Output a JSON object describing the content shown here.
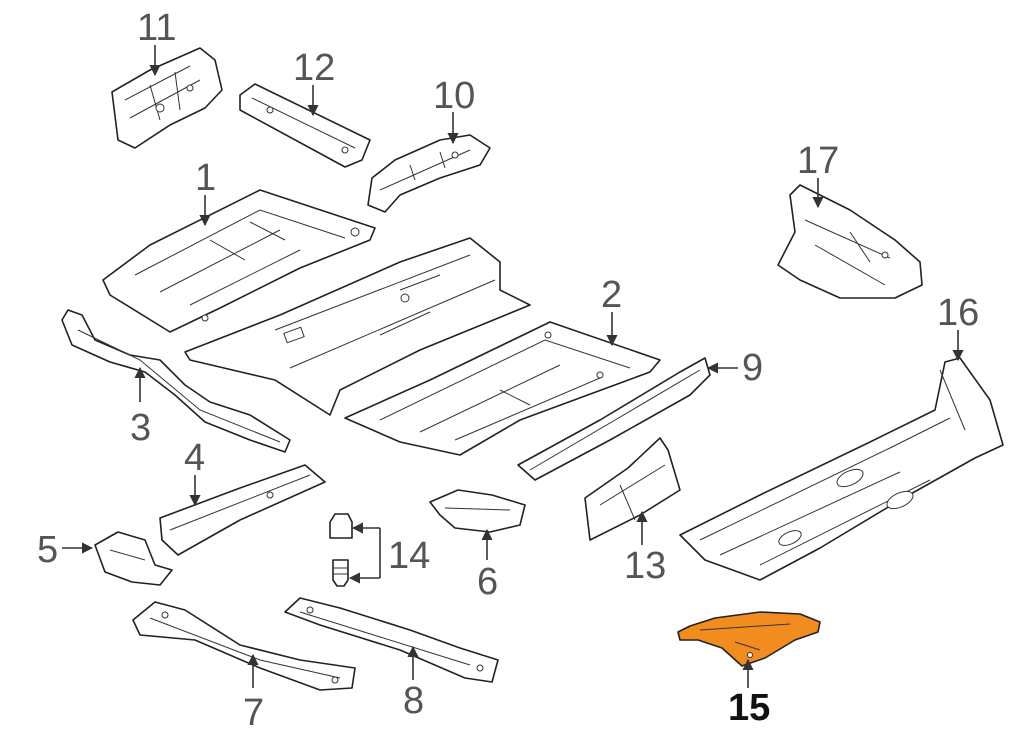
{
  "highlight_color": "#F28C1F",
  "callouts": [
    {
      "id": "c1",
      "text": "1"
    },
    {
      "id": "c2",
      "text": "2"
    },
    {
      "id": "c3",
      "text": "3"
    },
    {
      "id": "c4",
      "text": "4"
    },
    {
      "id": "c5",
      "text": "5"
    },
    {
      "id": "c6",
      "text": "6"
    },
    {
      "id": "c7",
      "text": "7"
    },
    {
      "id": "c8",
      "text": "8"
    },
    {
      "id": "c9",
      "text": "9"
    },
    {
      "id": "c10",
      "text": "10"
    },
    {
      "id": "c11",
      "text": "11"
    },
    {
      "id": "c12",
      "text": "12"
    },
    {
      "id": "c13",
      "text": "13"
    },
    {
      "id": "c14",
      "text": "14"
    },
    {
      "id": "c15",
      "text": "15",
      "highlighted": true
    },
    {
      "id": "c16",
      "text": "16"
    },
    {
      "id": "c17",
      "text": "17"
    }
  ]
}
